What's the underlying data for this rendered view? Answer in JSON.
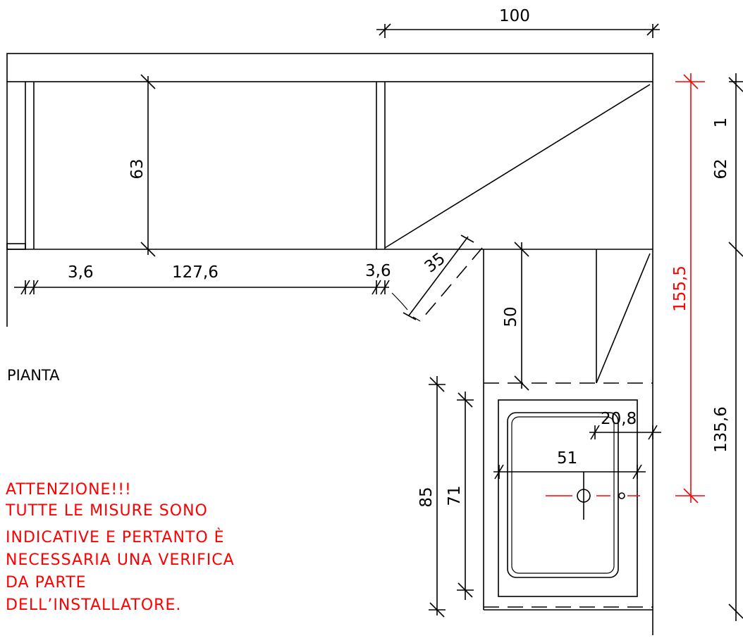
{
  "view_label": "PIANTA",
  "dimensions": {
    "top_width": "100",
    "cabinet_depth": "63",
    "panel_left": "3,6",
    "cabinet_width": "127,6",
    "panel_right": "3,6",
    "diagonal": "35",
    "return_depth": "50",
    "total_depth_red": "155,5",
    "right_top": "1",
    "right_upper": "62",
    "right_lower": "135,6",
    "sink_offset": "20,8",
    "sink_width": "51",
    "outer_85": "85",
    "inner_71": "71"
  },
  "notice": {
    "lines": [
      "ATTENZIONE!!!",
      "TUTTE LE MISURE SONO",
      "INDICATIVE E PERTANTO È",
      "NECESSARIA UNA VERIFICA",
      "DA PARTE",
      "DELL’INSTALLATORE."
    ]
  },
  "colors": {
    "lines": "#000000",
    "warning": "#ff0000"
  }
}
